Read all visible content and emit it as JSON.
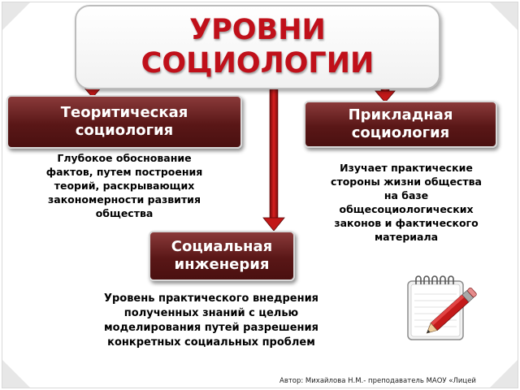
{
  "title": "УРОВНИ\nСОЦИОЛОГИИ",
  "theory": {
    "heading": "Теоритическая\nсоциология",
    "description": "Глубокое обоснование\nфактов, путем построения\nтеорий, раскрывающих\nзакономерности развития\nобщества"
  },
  "applied": {
    "heading": "Прикладная\nсоциология",
    "description": "Изучает практические\nстороны жизни общества\nна базе\nобщесоциологических\nзаконов и фактического\nматериала"
  },
  "engineering": {
    "heading": "Социальная\nинженерия",
    "description": "Уровень практического внедрения\nполученных знаний с целью\nмоделирования путей разрешения\nконкретных социальных проблем"
  },
  "footer": "Автор: Михайлова Н.М.- преподаватель МАОУ «Лицей",
  "icons": {
    "illustration": "notepad-pencil-icon",
    "arrow": "arrow-down-icon"
  },
  "colors": {
    "title": "#c0101a",
    "heading_bg": "#5a1717",
    "arrow": "#c21818"
  }
}
